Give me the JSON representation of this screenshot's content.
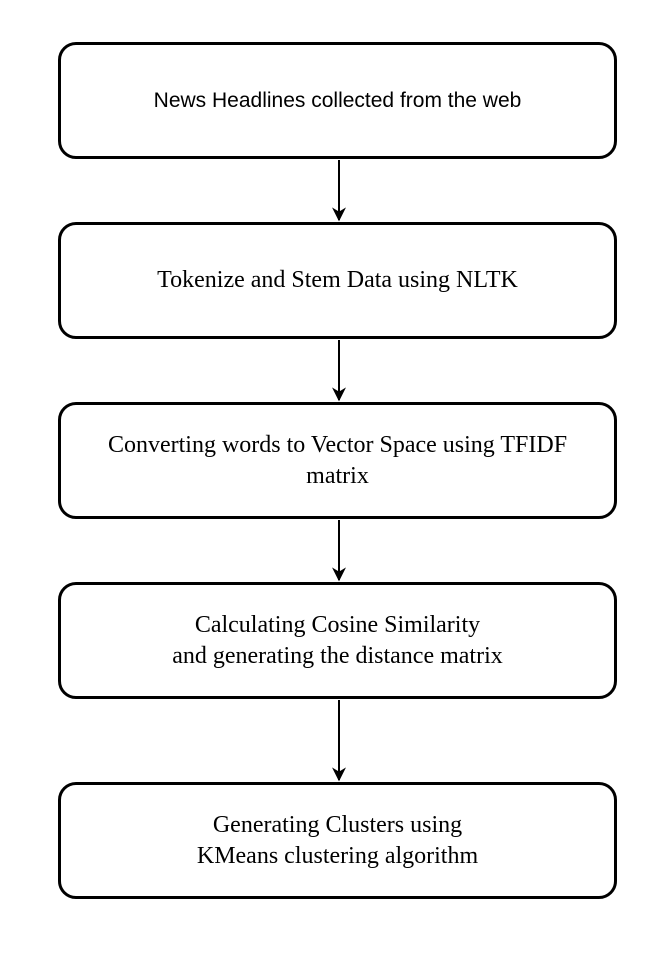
{
  "flowchart": {
    "steps": [
      {
        "label": "News Headlines collected from the web"
      },
      {
        "label": "Tokenize and Stem Data using NLTK"
      },
      {
        "label": "Converting words to Vector Space using TFIDF\nmatrix"
      },
      {
        "label": "Calculating Cosine Similarity\nand generating the distance matrix"
      },
      {
        "label": "Generating Clusters using\nKMeans clustering algorithm"
      }
    ],
    "colors": {
      "stroke": "#000000",
      "fill": "#ffffff",
      "text": "#000000"
    }
  }
}
